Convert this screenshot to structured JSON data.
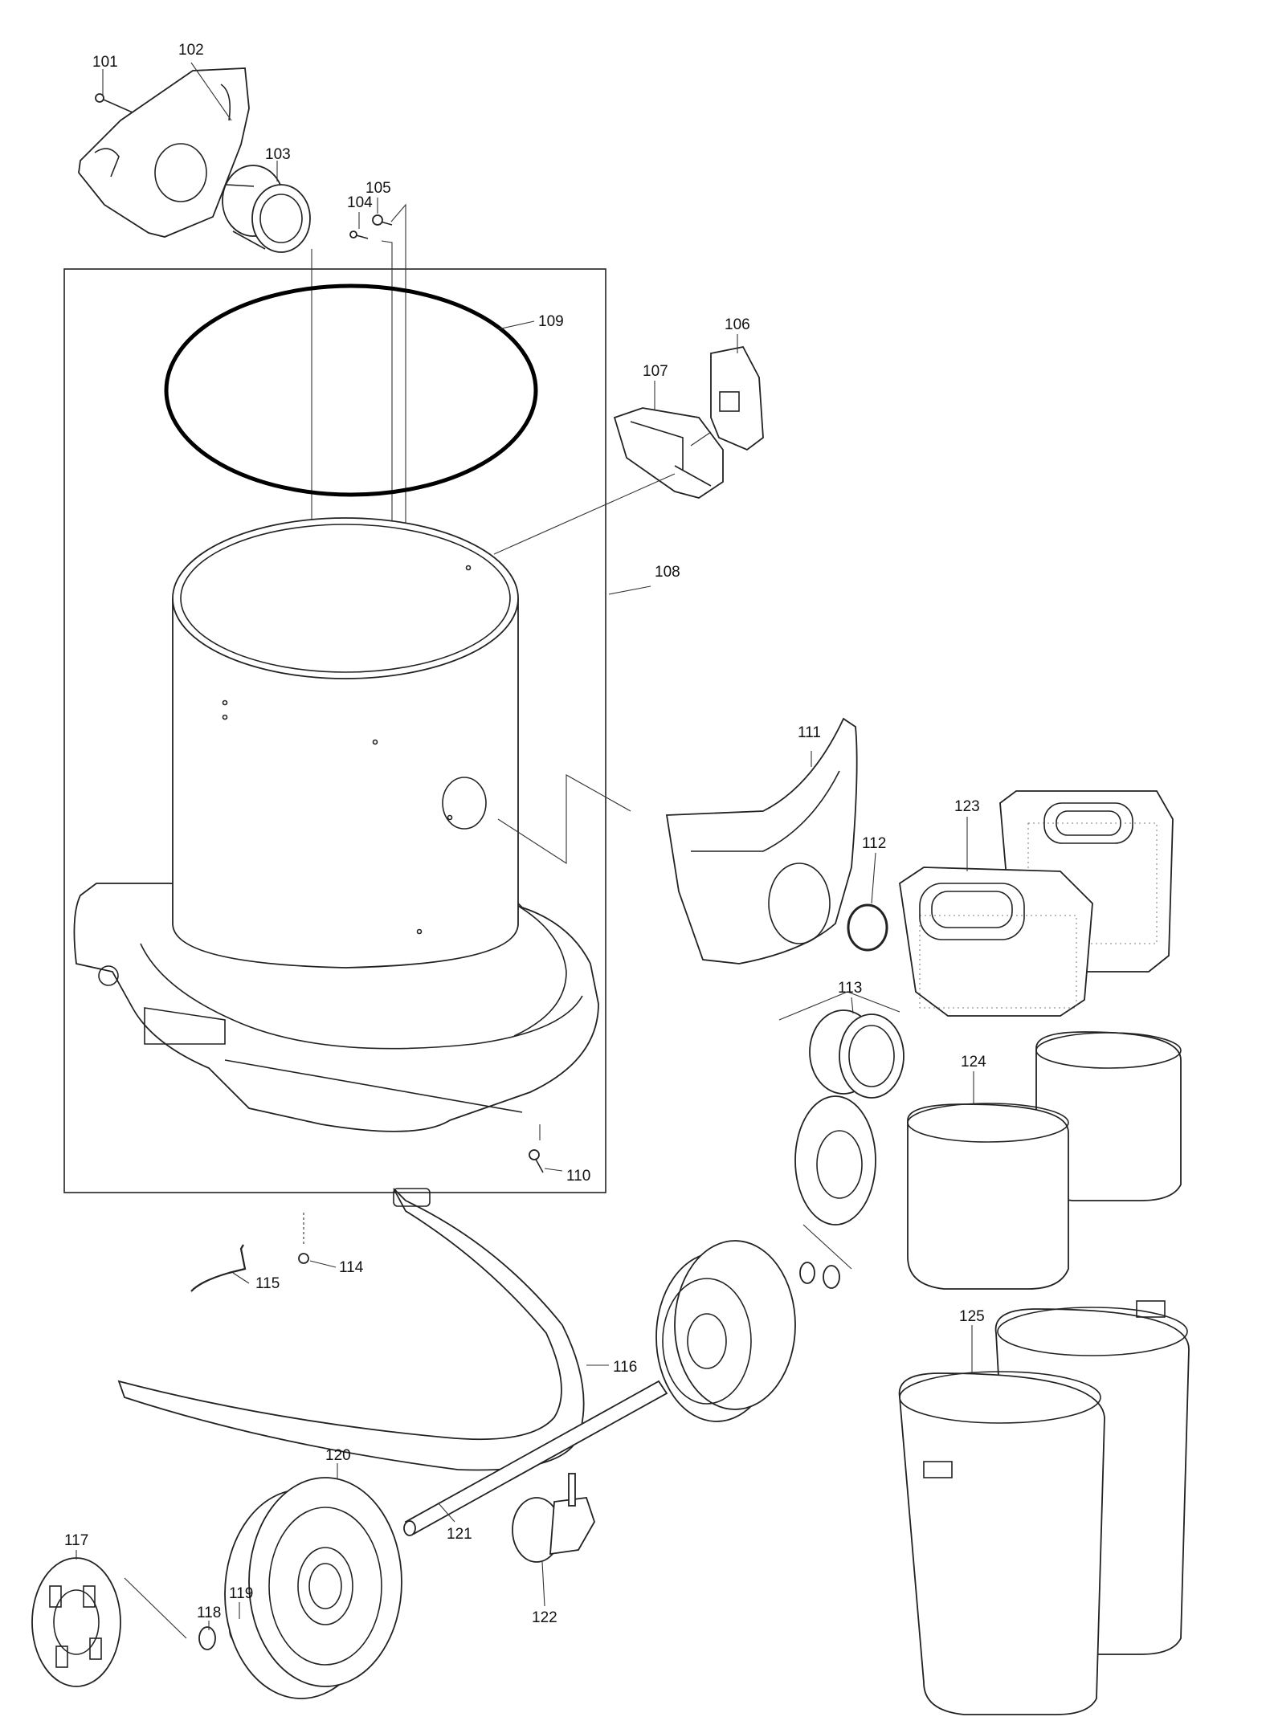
{
  "diagram": {
    "labels": [
      "101",
      "102",
      "103",
      "104",
      "105",
      "106",
      "107",
      "108",
      "109",
      "110",
      "111",
      "112",
      "113",
      "114",
      "115",
      "116",
      "117",
      "118",
      "119",
      "120",
      "121",
      "122",
      "123",
      "124",
      "125"
    ]
  }
}
